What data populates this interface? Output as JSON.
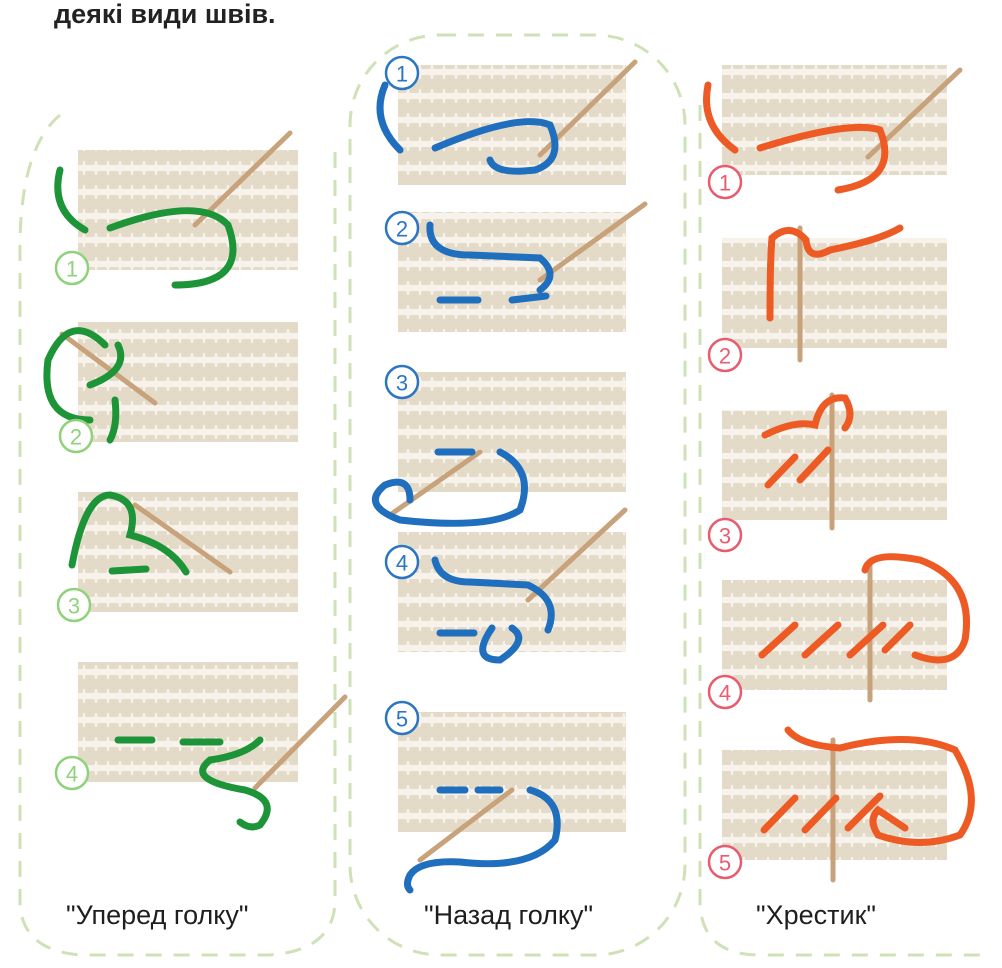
{
  "heading": "деякі види швів.",
  "colors": {
    "fabric": "#e4dac8",
    "frame": "#cfe1b6",
    "needle": "#c8a27a",
    "green": "#1e9438",
    "blue": "#1f6fbe",
    "orange": "#ee5a24",
    "green_circle": "#8fd27c",
    "blue_circle": "#2b76c2",
    "orange_circle": "#e85c70"
  },
  "columns": [
    {
      "caption": "\"Уперед голку\"",
      "steps": [
        "1",
        "2",
        "3",
        "4"
      ]
    },
    {
      "caption": "\"Назад голку\"",
      "steps": [
        "1",
        "2",
        "3",
        "4",
        "5"
      ]
    },
    {
      "caption": "\"Хрестик\"",
      "steps": [
        "1",
        "2",
        "3",
        "4",
        "5"
      ]
    }
  ]
}
